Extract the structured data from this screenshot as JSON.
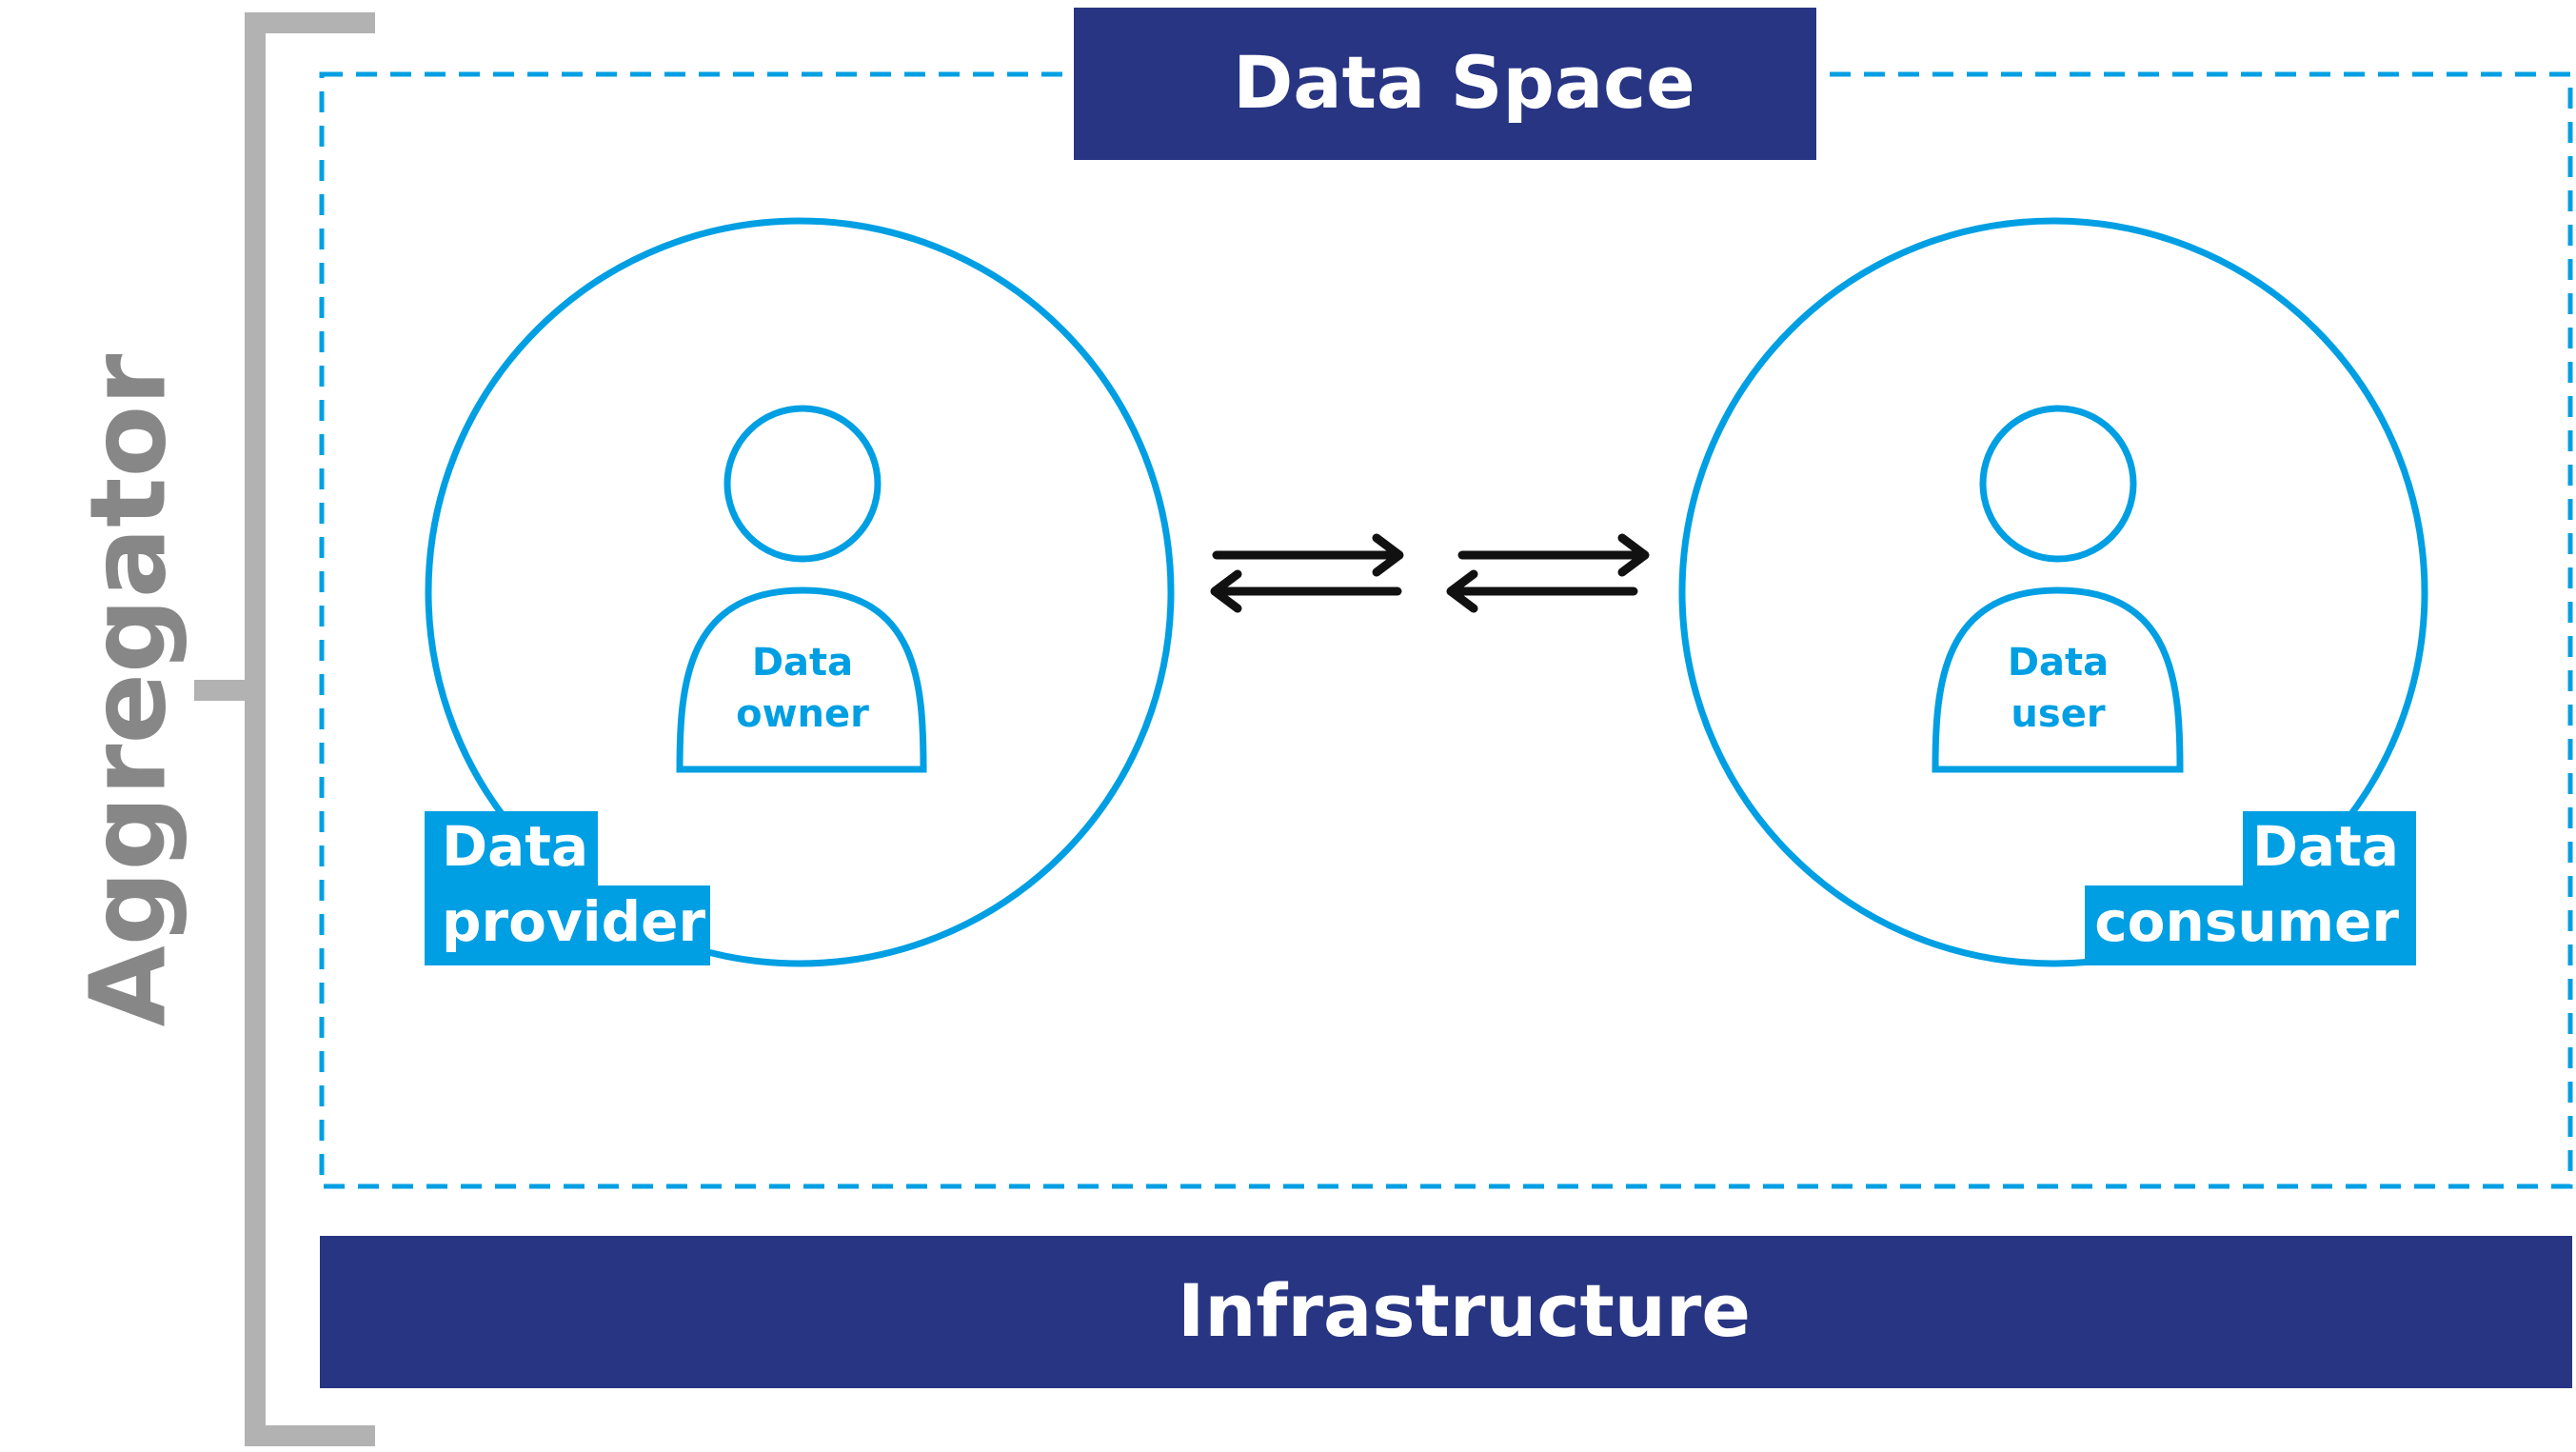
{
  "aggregator": {
    "label": "Aggregator"
  },
  "data_space": {
    "label": "Data Space"
  },
  "infrastructure": {
    "label": "Infrastructure"
  },
  "provider": {
    "role_lines": [
      "Data",
      "provider"
    ],
    "person_lines": [
      "Data",
      "owner"
    ]
  },
  "consumer": {
    "role_lines": [
      "Data",
      "consumer"
    ],
    "person_lines": [
      "Data",
      "user"
    ]
  },
  "colors": {
    "navy": "#283583",
    "blue": "#009fe3",
    "gray": "#b2b2b2",
    "label_gray": "#878787",
    "arrow": "#111111",
    "white": "#ffffff"
  },
  "icons": {
    "person": "person-icon",
    "exchange_arrows": "bidirectional-arrow-icon"
  }
}
